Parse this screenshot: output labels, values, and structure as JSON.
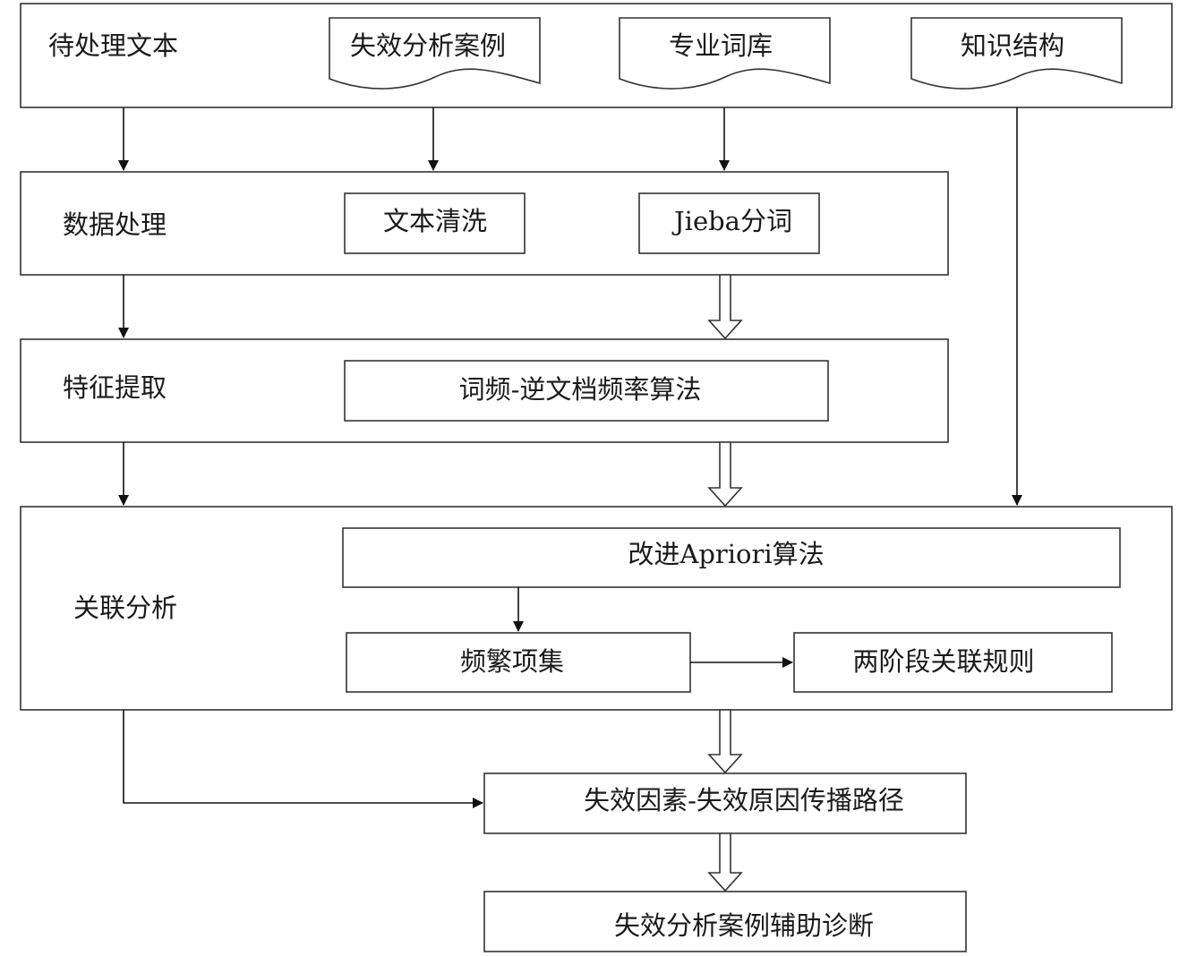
{
  "diagram": {
    "stage_input": {
      "label": "待处理文本",
      "sources": [
        "失效分析案例",
        "专业词库",
        "知识结构"
      ]
    },
    "stage_preprocess": {
      "label": "数据处理",
      "steps": [
        "文本清洗",
        "Jieba分词"
      ]
    },
    "stage_features": {
      "label": "特征提取",
      "method": "词频-逆文档频率算法"
    },
    "stage_association": {
      "label": "关联分析",
      "algorithm": "改进Apriori算法",
      "itemsets": "频繁项集",
      "rules": "两阶段关联规则"
    },
    "result_path": "失效因素-失效原因传播路径",
    "result_diagnosis": "失效分析案例辅助诊断"
  }
}
